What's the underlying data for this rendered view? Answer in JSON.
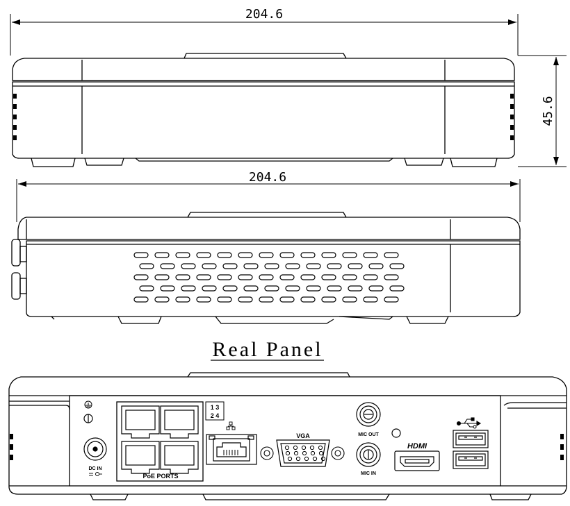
{
  "dimensions": {
    "top_width": "204.6",
    "side_width": "204.6",
    "height": "45.6"
  },
  "section_title": "Real Panel",
  "ports": {
    "dc_in": "DC IN",
    "poe_ports": "PoE PORTS",
    "vga": "VGA",
    "mic_out": "MIC OUT",
    "mic_in": "MIC IN",
    "hdmi": "HDMI",
    "port_numbers_top": "1 3",
    "port_numbers_bottom": "2 4"
  },
  "icons": [
    "ground-icon",
    "power-polarity-icon",
    "network-icon",
    "usb-icon"
  ]
}
